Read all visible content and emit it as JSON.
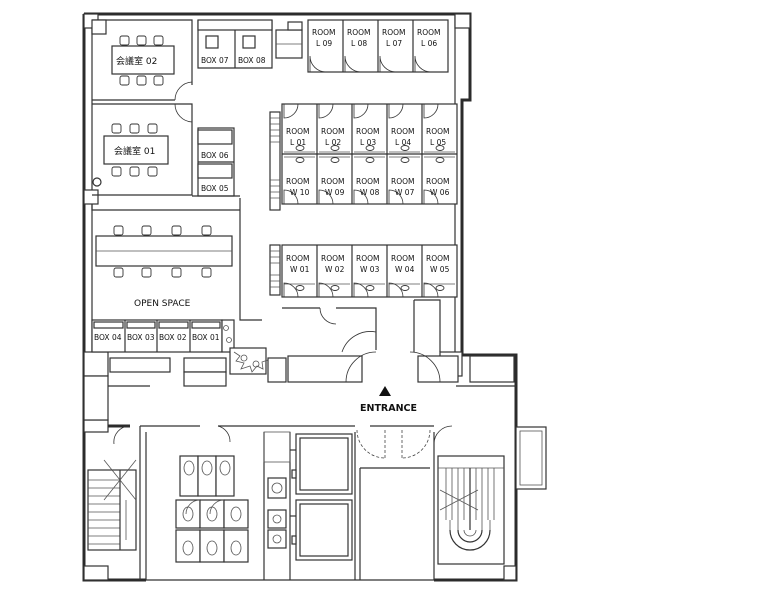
{
  "floor": {
    "meeting_rooms": {
      "r02": "会議室 02",
      "r01": "会議室 01"
    },
    "boxes": {
      "b07": "BOX 07",
      "b08": "BOX 08",
      "b06": "BOX 06",
      "b05": "BOX 05",
      "b04": "BOX 04",
      "b03": "BOX 03",
      "b02": "BOX 02",
      "b01": "BOX 01"
    },
    "room_word": "ROOM",
    "rooms_l_top": [
      "L 09",
      "L 08",
      "L 07",
      "L 06"
    ],
    "rooms_l_mid": [
      "L 01",
      "L 02",
      "L 03",
      "L 04",
      "L 05"
    ],
    "rooms_w_mid": [
      "W 10",
      "W 09",
      "W 08",
      "W 07",
      "W 06"
    ],
    "rooms_w_bot": [
      "W 01",
      "W 02",
      "W 03",
      "W 04",
      "W 05"
    ],
    "open_space": "OPEN SPACE",
    "entrance": "ENTRANCE"
  }
}
